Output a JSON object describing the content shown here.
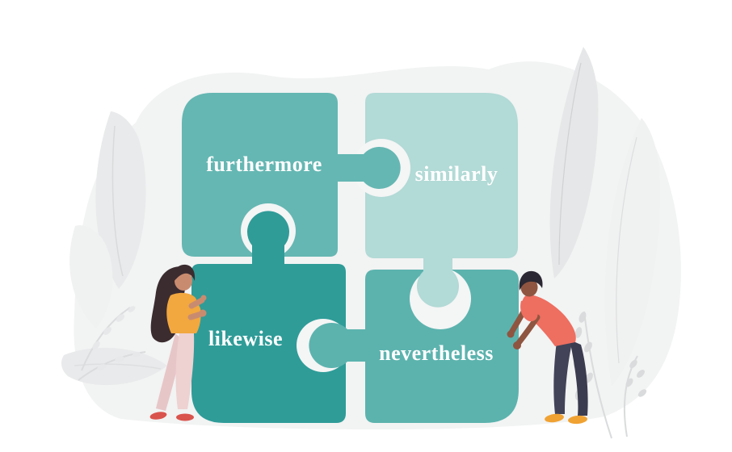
{
  "scene": {
    "description": "Illustration of two people assembling four interlocking puzzle pieces labeled with linking words",
    "background_color": "#ffffff",
    "blob_color": "#f2f3f3"
  },
  "puzzle": {
    "text_color": "#ffffff",
    "pieces": [
      {
        "position": "top-left",
        "word": "furthermore",
        "color": "#65b7b3"
      },
      {
        "position": "top-right",
        "word": "similarly",
        "color": "#b2dad6"
      },
      {
        "position": "bottom-left",
        "word": "likewise",
        "color": "#2f9c98"
      },
      {
        "position": "bottom-right",
        "word": "nevertheless",
        "color": "#5cb3ae"
      }
    ]
  },
  "decor": {
    "leaf_dark": "#e6e7e8",
    "leaf_mid": "#e9eaeb",
    "leaf_light": "#f0f1f1",
    "branch": "#d9dbdc",
    "cutout": "#f4f5f5"
  },
  "people": [
    {
      "id": "person-left",
      "hair": "#3b2c30",
      "skin": "#c98b6f",
      "shirt": "#f2a73f",
      "pants": "#eed1d1",
      "pants_shade": "#e7c6c8",
      "shoes": "#d9544d"
    },
    {
      "id": "person-right",
      "hair": "#2b2833",
      "skin": "#8f5540",
      "shirt": "#ee6e60",
      "pants": "#424358",
      "pants_shade": "#3b3c4f",
      "shoes": "#f0a232"
    }
  ]
}
